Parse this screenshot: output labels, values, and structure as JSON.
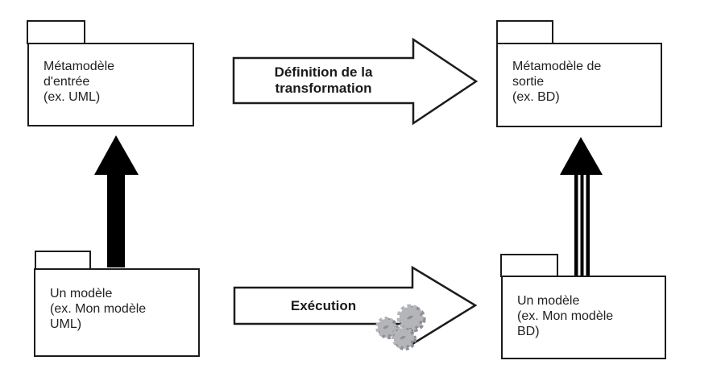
{
  "packages": {
    "input_metamodel": {
      "lines": [
        "Métamodèle",
        "d'entrée",
        "(ex. UML)"
      ]
    },
    "output_metamodel": {
      "lines": [
        "Métamodèle de",
        "sortie",
        "(ex. BD)"
      ]
    },
    "input_model": {
      "lines": [
        "Un modèle",
        "(ex. Mon modèle",
        "UML)"
      ]
    },
    "output_model": {
      "lines": [
        "Un modèle",
        "(ex. Mon modèle",
        "BD)"
      ]
    }
  },
  "arrows": {
    "definition": {
      "lines": [
        "Définition de la",
        "transformation"
      ]
    },
    "execution": {
      "label": "Exécution"
    }
  },
  "colors": {
    "stroke": "#1c1c1c",
    "text": "#222222",
    "block_arrow_fill": "#ffffff",
    "solid_arrow": "#000000",
    "gear_light": "#b3b5b8",
    "gear_dark": "#8e9093",
    "background": "#ffffff"
  }
}
